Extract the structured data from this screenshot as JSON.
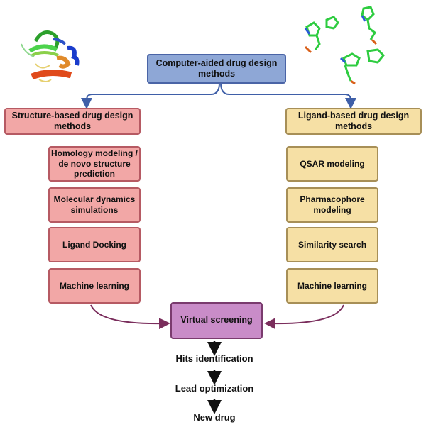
{
  "diagram": {
    "root": {
      "label": "Computer-aided drug design methods"
    },
    "structure_based": {
      "header": "Structure-based drug design methods",
      "items": [
        "Homology modeling / de novo structure prediction",
        "Molecular dynamics simulations",
        "Ligand Docking",
        "Machine learning"
      ]
    },
    "ligand_based": {
      "header": "Ligand-based drug design methods",
      "items": [
        "QSAR modeling",
        "Pharmacophore modeling",
        "Similarity search",
        "Machine learning"
      ]
    },
    "convergence": {
      "label": "Virtual screening"
    },
    "pipeline": [
      "Hits identification",
      "Lead optimization",
      "New drug"
    ],
    "images": {
      "left": "protein-structure-ribbon",
      "right": "ligand-molecules"
    },
    "colors": {
      "blue_fill": "#8ea7d6",
      "blue_border": "#4a64a6",
      "red_fill": "#f2a7a6",
      "red_border": "#b65a63",
      "yellow_fill": "#f6e0a5",
      "yellow_border": "#a78f57",
      "purple_fill": "#c98cc8",
      "purple_border": "#7a3b6e",
      "arrow_blue": "#3f5fa8",
      "arrow_purple": "#7a2d5c"
    }
  }
}
